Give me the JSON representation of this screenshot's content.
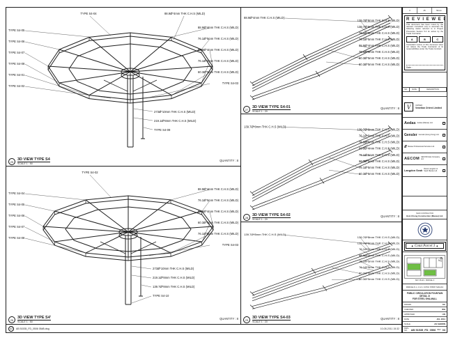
{
  "sheet": {
    "ink": "#1c1c1c",
    "bg": "#ffffff",
    "green": "#6fbf44"
  },
  "panels": [
    {
      "ref": "25",
      "title": "3D VIEW TYPE S4",
      "scale": "SCALE 1 : 50",
      "quantity": "QUANTITY : 8",
      "labels": {
        "top": [
          "TYPE S4-04",
          "88.9Ø*4mm THK C.H.S (MILD)"
        ],
        "left": [
          "TYPE S4-05",
          "TYPE S4-06",
          "TYPE S4-07",
          "TYPE S4-08",
          "TYPE S4-01",
          "TYPE S4-02"
        ],
        "right": [
          "88.9Ø*4mm THK C.H.S (MILD)",
          "76.1Ø*5mm THK C.H.S (MILD)",
          "88.9Ø*4mm THK C.H.S (MILD)",
          "76.1Ø*5mm THK C.H.S (MILD)",
          "60.3Ø*5mm THK C.H.S (MILD)",
          "TYPE S4-03"
        ],
        "bottom": [
          "273Ø*10mm THK C.H.S (MILD)",
          "219.1Ø*8mm THK C.H.S (MILD)",
          "TYPE S4-09"
        ]
      }
    },
    {
      "ref": "26",
      "title": "3D VIEW TYPE S4'",
      "scale": "SCALE 1 : 50",
      "quantity": "QUANTITY : 8",
      "labels": {
        "top": [
          "TYPE S4-02"
        ],
        "left": [
          "TYPE S4-04",
          "TYPE S4-05",
          "TYPE S4-06",
          "TYPE S4-07",
          "TYPE S4-08"
        ],
        "right": [
          "88.9Ø*4mm THK C.H.S (MILD)",
          "76.1Ø*5mm THK C.H.S (MILD)",
          "88.9Ø*4mm THK C.H.S (MILD)",
          "60.3Ø*5mm THK C.H.S (MILD)",
          "76.1Ø*5mm THK C.H.S (MILD)",
          "TYPE S4-03"
        ],
        "bottom": [
          "273Ø*10mm THK C.H.S (MILD)",
          "219.1Ø*8mm THK C.H.S (MILD)",
          "139.7Ø*8mm THK C.H.S (MILD)",
          "TYPE S4-10"
        ]
      }
    },
    {
      "ref": "27",
      "title": "3D VIEW TYPE S4-01",
      "scale": "SCALE 1 : 20",
      "quantity": "QUANTITY : 8",
      "labels": {
        "left": [
          "88.9Ø*4mm THK C.H.S (MILD)"
        ],
        "right": [
          "139.7Ø*8mm THK C.H.S (MILD)",
          "139.7Ø*8mm THK C.H.S (MILD)",
          "76.1Ø*5mm THK C.H.S (MILD)",
          "76.1Ø*5mm THK C.H.S (MILD)",
          "88.9Ø*4mm THK C.H.S (MILD)",
          "76.1Ø*5mm THK C.H.S (MILD)",
          "60.3Ø*5mm THK C.H.S (MILD)",
          "60.3Ø*5mm THK C.H.S (MILD)"
        ]
      }
    },
    {
      "ref": "28",
      "title": "3D VIEW TYPE S4-02",
      "scale": "SCALE 1 : 20",
      "quantity": "QUANTITY : 8",
      "labels": {
        "left": [
          "139.7Ø*8mm THK C.H.S (MILD)"
        ],
        "right": [
          "139.7Ø*8mm THK C.H.S (MILD)",
          "76.1Ø*5mm THK C.H.S (MILD)",
          "76.1Ø*5mm THK C.H.S (MILD)",
          "88.9Ø*4mm THK C.H.S (MILD)",
          "76.1Ø*5mm THK C.H.S (MILD)",
          "60.3Ø*5mm THK C.H.S (MILD)",
          "76.1Ø*5mm THK C.H.S (MILD)",
          "60.3Ø*5mm THK C.H.S (MILD)"
        ]
      }
    },
    {
      "ref": "29",
      "title": "3D VIEW TYPE S4-03",
      "scale": "SCALE 1 : 20",
      "quantity": "QUANTITY : 8",
      "labels": {
        "left": [
          "139.7Ø*8mm THK C.H.S (MILD)"
        ],
        "right": [
          "139.7Ø*8mm THK C.H.S (MILD)",
          "139.7Ø*8mm THK C.H.S (MILD)",
          "76.1Ø*5mm THK C.H.S (MILD)",
          "88.9Ø*4mm THK C.H.S (MILD)",
          "76.1Ø*5mm THK C.H.S (MILD)",
          "76.1Ø*5mm THK C.H.S (MILD)",
          "60.3Ø*5mm THK C.H.S (MILD)",
          "60.3Ø*5mm THK C.H.S (MILD)"
        ]
      }
    }
  ],
  "plot_strip": {
    "ref": "A3",
    "file": "AB 51535_FD_0506 05#8.dwg",
    "stamp": "10-08-2011 15:32"
  },
  "titleblock": {
    "header_cells": [
      "0",
      "25",
      "50mm"
    ],
    "stamp": {
      "title": "R E V I E W E D",
      "note1": "This document has been noted by the relevant consultant only to ascertain the following status referred to in Project Procedure Section 5.4 for action by the Trade Contractor.",
      "boxes": [
        "A",
        "B",
        "C"
      ],
      "note2": "Consultant review of this document does not relieve the Trade Contractor of its responsibilities under the Trade Contract.",
      "date_label": "Date :"
    },
    "rev_table": [
      "NO.",
      "DATE",
      "DESCRIPTION"
    ],
    "owner": {
      "logo_glyph": "V",
      "caption": "OWNER",
      "name": "Venetian Orient Limited"
    },
    "consultants": [
      {
        "logo": "Aedas",
        "name": "Aedas (Macau) Ltd."
      },
      {
        "logo": "Gensler",
        "name": "Gensler (Hong Kong) Ltd."
      },
      {
        "logo": "///",
        "name": "Macau Professional Services Ltd."
      },
      {
        "logo": "AECOM",
        "name": "AECOM Asia Company Ltd."
      },
      {
        "logo": "Langdon Seah",
        "name": "Davis Langdon & Seah Macau Ltd."
      }
    ],
    "contractor": {
      "caption": "MAIN CONTRACTOR",
      "name": "Hsin Chong Construction (Macau) Ltd."
    },
    "parcel_banner": {
      "ornament": "◆",
      "text": "Cotai Parcel 3"
    },
    "keyplan": {
      "north": "N",
      "caption": "KEY PLAN - PARCEL 3"
    },
    "project": "PARCELS 1, 2 & 3, COTAI STRIP, MACAU",
    "drawing_title_1": "PUBLIC CIRCULATION FOUNTAIN DETAIL 3/",
    "drawing_title_2": "FOR STEEL SHA-MALL",
    "fields": [
      {
        "label": "DRAWN",
        "value": "KC"
      },
      {
        "label": "CHECKED",
        "value": "WH"
      },
      {
        "label": "APPROVED",
        "value": "LW"
      },
      {
        "label": "DATE",
        "value": "JUL 2011"
      },
      {
        "label": "SCALE",
        "value": "AS SHOWN"
      }
    ],
    "dwg": {
      "label": "DWG NO.",
      "number": "AB 51535_FD_0506",
      "rev_label": "REV",
      "rev": "03"
    }
  }
}
